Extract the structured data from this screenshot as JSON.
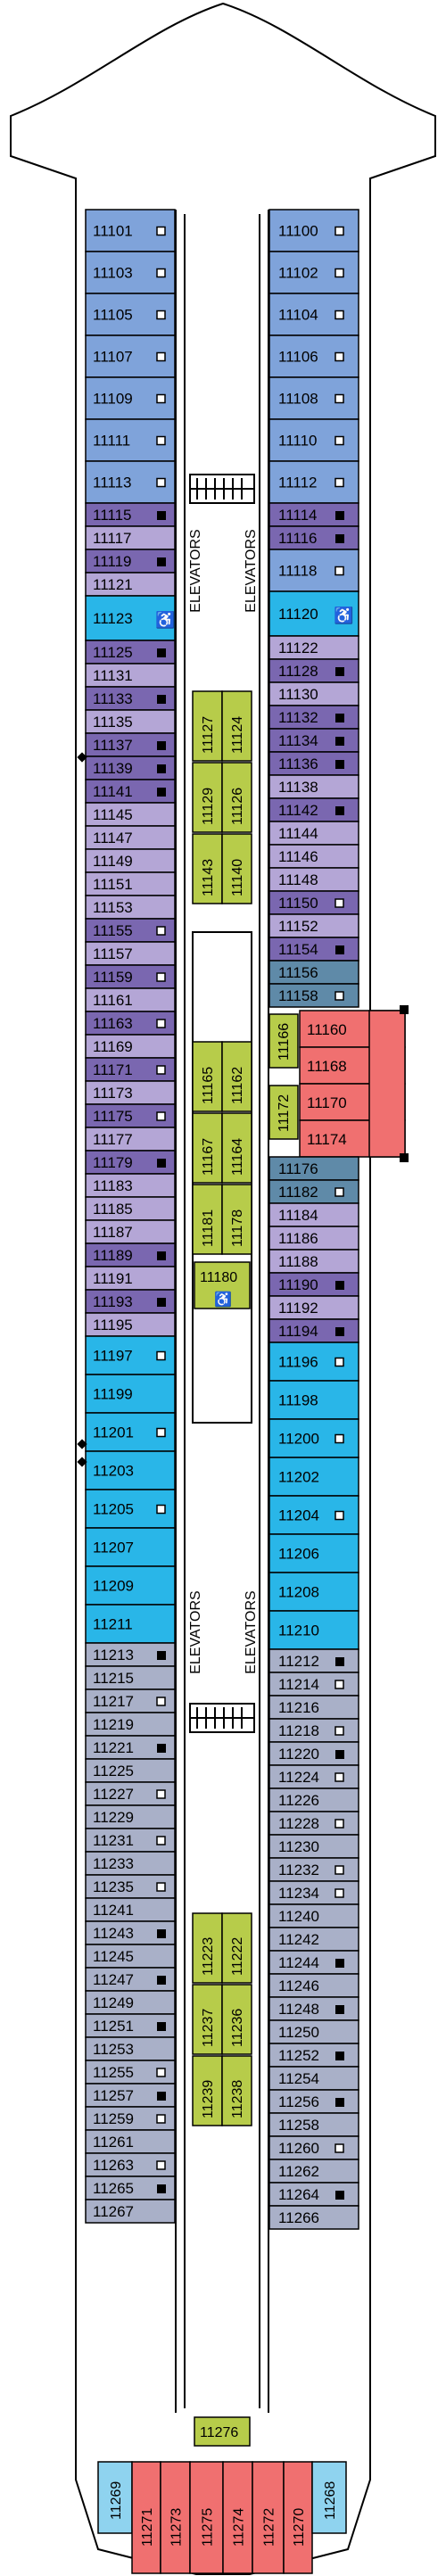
{
  "colors": {
    "blue": "#7fa3da",
    "cyan": "#29b6e8",
    "purple_dark": "#7a67b0",
    "purple_light": "#b4a6d6",
    "teal": "#5f8aa8",
    "grey": "#a9b0c8",
    "red": "#f07070",
    "green": "#b7cc4a",
    "outline": "#000000",
    "hull": "#ffffff",
    "aft_light": "#8fd3ef"
  },
  "labels": {
    "elevators_upper_left": "ELEVATORS",
    "elevators_upper_right": "ELEVATORS",
    "elevators_lower_left": "ELEVATORS",
    "elevators_lower_right": "ELEVATORS"
  },
  "cabins_left": [
    {
      "n": "11101",
      "c": "blue",
      "i": "open"
    },
    {
      "n": "11103",
      "c": "blue",
      "i": "open"
    },
    {
      "n": "11105",
      "c": "blue",
      "i": "open"
    },
    {
      "n": "11107",
      "c": "blue",
      "i": "open"
    },
    {
      "n": "11109",
      "c": "blue",
      "i": "open"
    },
    {
      "n": "11111",
      "c": "blue",
      "i": "open"
    },
    {
      "n": "11113",
      "c": "blue",
      "i": "open"
    },
    {
      "n": "11115",
      "c": "purple_dark",
      "i": "fill"
    },
    {
      "n": "11117",
      "c": "purple_light",
      "i": ""
    },
    {
      "n": "11119",
      "c": "purple_dark",
      "i": "fill"
    },
    {
      "n": "11121",
      "c": "purple_light",
      "i": ""
    },
    {
      "n": "11123",
      "c": "cyan",
      "i": "wheel"
    },
    {
      "n": "11125",
      "c": "purple_dark",
      "i": "fill"
    },
    {
      "n": "11131",
      "c": "purple_light",
      "i": ""
    },
    {
      "n": "11133",
      "c": "purple_dark",
      "i": "fill"
    },
    {
      "n": "11135",
      "c": "purple_light",
      "i": ""
    },
    {
      "n": "11137",
      "c": "purple_dark",
      "i": "fill"
    },
    {
      "n": "11139",
      "c": "purple_dark",
      "i": "fill"
    },
    {
      "n": "11141",
      "c": "purple_dark",
      "i": "fill"
    },
    {
      "n": "11145",
      "c": "purple_light",
      "i": ""
    },
    {
      "n": "11147",
      "c": "purple_light",
      "i": ""
    },
    {
      "n": "11149",
      "c": "purple_light",
      "i": ""
    },
    {
      "n": "11151",
      "c": "purple_light",
      "i": ""
    },
    {
      "n": "11153",
      "c": "purple_light",
      "i": ""
    },
    {
      "n": "11155",
      "c": "purple_dark",
      "i": "open"
    },
    {
      "n": "11157",
      "c": "purple_light",
      "i": ""
    },
    {
      "n": "11159",
      "c": "purple_dark",
      "i": "open"
    },
    {
      "n": "11161",
      "c": "purple_light",
      "i": ""
    },
    {
      "n": "11163",
      "c": "purple_dark",
      "i": "open"
    },
    {
      "n": "11169",
      "c": "purple_light",
      "i": ""
    },
    {
      "n": "11171",
      "c": "purple_dark",
      "i": "open"
    },
    {
      "n": "11173",
      "c": "purple_light",
      "i": ""
    },
    {
      "n": "11175",
      "c": "purple_dark",
      "i": "open"
    },
    {
      "n": "11177",
      "c": "purple_light",
      "i": ""
    },
    {
      "n": "11179",
      "c": "purple_dark",
      "i": "fill"
    },
    {
      "n": "11183",
      "c": "purple_light",
      "i": ""
    },
    {
      "n": "11185",
      "c": "purple_light",
      "i": ""
    },
    {
      "n": "11187",
      "c": "purple_light",
      "i": ""
    },
    {
      "n": "11189",
      "c": "purple_dark",
      "i": "fill"
    },
    {
      "n": "11191",
      "c": "purple_light",
      "i": ""
    },
    {
      "n": "11193",
      "c": "purple_dark",
      "i": "fill"
    },
    {
      "n": "11195",
      "c": "purple_light",
      "i": ""
    },
    {
      "n": "11197",
      "c": "cyan",
      "i": "open"
    },
    {
      "n": "11199",
      "c": "cyan",
      "i": ""
    },
    {
      "n": "11201",
      "c": "cyan",
      "i": "open"
    },
    {
      "n": "11203",
      "c": "cyan",
      "i": ""
    },
    {
      "n": "11205",
      "c": "cyan",
      "i": "open"
    },
    {
      "n": "11207",
      "c": "cyan",
      "i": ""
    },
    {
      "n": "11209",
      "c": "cyan",
      "i": ""
    },
    {
      "n": "11211",
      "c": "cyan",
      "i": ""
    },
    {
      "n": "11213",
      "c": "grey",
      "i": "fill"
    },
    {
      "n": "11215",
      "c": "grey",
      "i": ""
    },
    {
      "n": "11217",
      "c": "grey",
      "i": "open"
    },
    {
      "n": "11219",
      "c": "grey",
      "i": ""
    },
    {
      "n": "11221",
      "c": "grey",
      "i": "fill"
    },
    {
      "n": "11225",
      "c": "grey",
      "i": ""
    },
    {
      "n": "11227",
      "c": "grey",
      "i": "open"
    },
    {
      "n": "11229",
      "c": "grey",
      "i": ""
    },
    {
      "n": "11231",
      "c": "grey",
      "i": "open"
    },
    {
      "n": "11233",
      "c": "grey",
      "i": ""
    },
    {
      "n": "11235",
      "c": "grey",
      "i": "open"
    },
    {
      "n": "11241",
      "c": "grey",
      "i": ""
    },
    {
      "n": "11243",
      "c": "grey",
      "i": "fill"
    },
    {
      "n": "11245",
      "c": "grey",
      "i": ""
    },
    {
      "n": "11247",
      "c": "grey",
      "i": "fill"
    },
    {
      "n": "11249",
      "c": "grey",
      "i": ""
    },
    {
      "n": "11251",
      "c": "grey",
      "i": "fill"
    },
    {
      "n": "11253",
      "c": "grey",
      "i": ""
    },
    {
      "n": "11255",
      "c": "grey",
      "i": "open"
    },
    {
      "n": "11257",
      "c": "grey",
      "i": "fill"
    },
    {
      "n": "11259",
      "c": "grey",
      "i": "open"
    },
    {
      "n": "11261",
      "c": "grey",
      "i": ""
    },
    {
      "n": "11263",
      "c": "grey",
      "i": "open"
    },
    {
      "n": "11265",
      "c": "grey",
      "i": "fill"
    },
    {
      "n": "11267",
      "c": "grey",
      "i": ""
    }
  ],
  "cabins_right": [
    {
      "n": "11100",
      "c": "blue",
      "i": "open"
    },
    {
      "n": "11102",
      "c": "blue",
      "i": "open"
    },
    {
      "n": "11104",
      "c": "blue",
      "i": "open"
    },
    {
      "n": "11106",
      "c": "blue",
      "i": "open"
    },
    {
      "n": "11108",
      "c": "blue",
      "i": "open"
    },
    {
      "n": "11110",
      "c": "blue",
      "i": "open"
    },
    {
      "n": "11112",
      "c": "blue",
      "i": "open"
    },
    {
      "n": "11114",
      "c": "purple_dark",
      "i": "fill"
    },
    {
      "n": "11116",
      "c": "purple_dark",
      "i": "fill"
    },
    {
      "n": "11118",
      "c": "blue",
      "i": "open"
    },
    {
      "n": "11120",
      "c": "cyan",
      "i": "wheel"
    },
    {
      "n": "11122",
      "c": "purple_light",
      "i": ""
    },
    {
      "n": "11128",
      "c": "purple_dark",
      "i": "fill"
    },
    {
      "n": "11130",
      "c": "purple_light",
      "i": ""
    },
    {
      "n": "11132",
      "c": "purple_dark",
      "i": "fill"
    },
    {
      "n": "11134",
      "c": "purple_dark",
      "i": "fill"
    },
    {
      "n": "11136",
      "c": "purple_dark",
      "i": "fill"
    },
    {
      "n": "11138",
      "c": "purple_light",
      "i": ""
    },
    {
      "n": "11142",
      "c": "purple_dark",
      "i": "fill"
    },
    {
      "n": "11144",
      "c": "purple_light",
      "i": ""
    },
    {
      "n": "11146",
      "c": "purple_light",
      "i": ""
    },
    {
      "n": "11148",
      "c": "purple_light",
      "i": ""
    },
    {
      "n": "11150",
      "c": "purple_dark",
      "i": "open"
    },
    {
      "n": "11152",
      "c": "purple_light",
      "i": ""
    },
    {
      "n": "11154",
      "c": "purple_dark",
      "i": "fill"
    },
    {
      "n": "11156",
      "c": "teal",
      "i": ""
    },
    {
      "n": "11158",
      "c": "teal",
      "i": "open"
    }
  ],
  "cabins_right_mid": [
    {
      "n": "11176",
      "c": "teal",
      "i": ""
    },
    {
      "n": "11182",
      "c": "teal",
      "i": "open"
    },
    {
      "n": "11184",
      "c": "purple_light",
      "i": ""
    },
    {
      "n": "11186",
      "c": "purple_light",
      "i": ""
    },
    {
      "n": "11188",
      "c": "purple_light",
      "i": ""
    },
    {
      "n": "11190",
      "c": "purple_dark",
      "i": "fill"
    },
    {
      "n": "11192",
      "c": "purple_light",
      "i": ""
    },
    {
      "n": "11194",
      "c": "purple_dark",
      "i": "fill"
    },
    {
      "n": "11196",
      "c": "cyan",
      "i": "open"
    },
    {
      "n": "11198",
      "c": "cyan",
      "i": ""
    },
    {
      "n": "11200",
      "c": "cyan",
      "i": "open"
    },
    {
      "n": "11202",
      "c": "cyan",
      "i": ""
    },
    {
      "n": "11204",
      "c": "cyan",
      "i": "open"
    },
    {
      "n": "11206",
      "c": "cyan",
      "i": ""
    },
    {
      "n": "11208",
      "c": "cyan",
      "i": ""
    },
    {
      "n": "11210",
      "c": "cyan",
      "i": ""
    },
    {
      "n": "11212",
      "c": "grey",
      "i": "fill"
    },
    {
      "n": "11214",
      "c": "grey",
      "i": "open"
    },
    {
      "n": "11216",
      "c": "grey",
      "i": ""
    },
    {
      "n": "11218",
      "c": "grey",
      "i": "open"
    },
    {
      "n": "11220",
      "c": "grey",
      "i": "fill"
    },
    {
      "n": "11224",
      "c": "grey",
      "i": "open"
    },
    {
      "n": "11226",
      "c": "grey",
      "i": ""
    },
    {
      "n": "11228",
      "c": "grey",
      "i": "open"
    },
    {
      "n": "11230",
      "c": "grey",
      "i": ""
    },
    {
      "n": "11232",
      "c": "grey",
      "i": "open"
    },
    {
      "n": "11234",
      "c": "grey",
      "i": "open"
    },
    {
      "n": "11240",
      "c": "grey",
      "i": ""
    },
    {
      "n": "11242",
      "c": "grey",
      "i": ""
    },
    {
      "n": "11244",
      "c": "grey",
      "i": "fill"
    },
    {
      "n": "11246",
      "c": "grey",
      "i": ""
    },
    {
      "n": "11248",
      "c": "grey",
      "i": "fill"
    },
    {
      "n": "11250",
      "c": "grey",
      "i": ""
    },
    {
      "n": "11252",
      "c": "grey",
      "i": "fill"
    },
    {
      "n": "11254",
      "c": "grey",
      "i": ""
    },
    {
      "n": "11256",
      "c": "grey",
      "i": "fill"
    },
    {
      "n": "11258",
      "c": "grey",
      "i": ""
    },
    {
      "n": "11260",
      "c": "grey",
      "i": "open"
    },
    {
      "n": "11262",
      "c": "grey",
      "i": ""
    },
    {
      "n": "11264",
      "c": "grey",
      "i": "fill"
    },
    {
      "n": "11266",
      "c": "grey",
      "i": ""
    }
  ],
  "suites_red": [
    {
      "n": "11160"
    },
    {
      "n": "11168"
    },
    {
      "n": "11170"
    },
    {
      "n": "11174"
    }
  ],
  "green_small": [
    {
      "n": "11166"
    },
    {
      "n": "11172"
    }
  ],
  "center_upper_pairs": [
    [
      "11127",
      "11124"
    ],
    [
      "11129",
      "11126"
    ],
    [
      "11143",
      "11140"
    ]
  ],
  "center_mid_pairs": [
    [
      "11165",
      "11162"
    ],
    [
      "11167",
      "11164"
    ],
    [
      "11181",
      "11178"
    ]
  ],
  "center_lower_pairs": [
    [
      "11223",
      "11222"
    ],
    [
      "11237",
      "11236"
    ],
    [
      "11239",
      "11238"
    ]
  ],
  "center_single": {
    "n": "11180"
  },
  "center_aft": {
    "n": "11276"
  },
  "aft_cabins": [
    {
      "n": "11269",
      "c": "aft_light"
    },
    {
      "n": "11271",
      "c": "red"
    },
    {
      "n": "11273",
      "c": "red"
    },
    {
      "n": "11275",
      "c": "red"
    },
    {
      "n": "11274",
      "c": "red"
    },
    {
      "n": "11272",
      "c": "red"
    },
    {
      "n": "11270",
      "c": "red"
    },
    {
      "n": "11268",
      "c": "aft_light"
    }
  ]
}
